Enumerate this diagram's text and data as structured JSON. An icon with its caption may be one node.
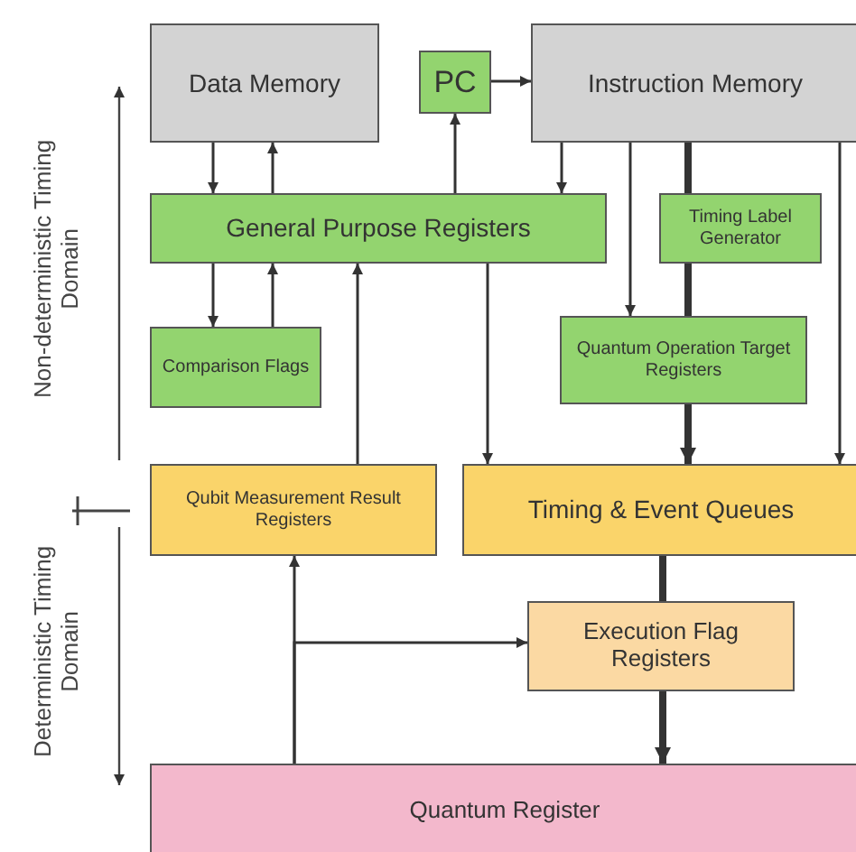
{
  "diagram": {
    "nodes": [
      {
        "text": [
          "Data Memory"
        ]
      },
      {
        "text": [
          "PC"
        ]
      },
      {
        "text": [
          "Instruction Memory"
        ]
      },
      {
        "text": [
          "General Purpose Registers"
        ]
      },
      {
        "text": [
          "Timing Label Generator"
        ]
      },
      {
        "text": [
          "Comparison Flags"
        ]
      },
      {
        "text": [
          "Quantum Operation Target Registers"
        ]
      },
      {
        "text": [
          "Qubit Measurement Result Registers"
        ]
      },
      {
        "text": [
          "Timing & Event Queues"
        ]
      },
      {
        "text": [
          "Execution Flag Registers"
        ]
      },
      {
        "text": [
          "Quantum Register"
        ]
      }
    ],
    "edges": [
      {
        "from": 0,
        "to": 3,
        "arrow": "to"
      },
      {
        "from": 3,
        "to": 0,
        "arrow": "to"
      },
      {
        "from": 3,
        "to": 1,
        "arrow": "to"
      },
      {
        "from": 1,
        "to": 2,
        "arrow": "to"
      },
      {
        "from": 2,
        "to": 3,
        "arrow": "to"
      },
      {
        "from": 2,
        "to": 6,
        "arrow": "to"
      },
      {
        "from": 2,
        "to": 4,
        "arrow": "none",
        "style": "thick"
      },
      {
        "from": 4,
        "to": 6,
        "arrow": "none",
        "style": "thick"
      },
      {
        "from": 6,
        "to": 8,
        "arrow": "to",
        "style": "thick"
      },
      {
        "from": 2,
        "to": 8,
        "arrow": "to"
      },
      {
        "from": 3,
        "to": 5,
        "arrow": "to"
      },
      {
        "from": 5,
        "to": 3,
        "arrow": "to"
      },
      {
        "from": 7,
        "to": 3,
        "arrow": "to"
      },
      {
        "from": 3,
        "to": 8,
        "arrow": "to"
      },
      {
        "from": 8,
        "to": 9,
        "arrow": "none",
        "style": "thick"
      },
      {
        "from": 9,
        "to": 10,
        "arrow": "to",
        "style": "thick"
      },
      {
        "from": 10,
        "to": 7,
        "arrow": "to"
      },
      {
        "from": 10,
        "to": 9,
        "arrow": "to"
      }
    ],
    "labels": [
      "Non-deterministic Timing Domain",
      "Deterministic Timing Domain"
    ]
  }
}
